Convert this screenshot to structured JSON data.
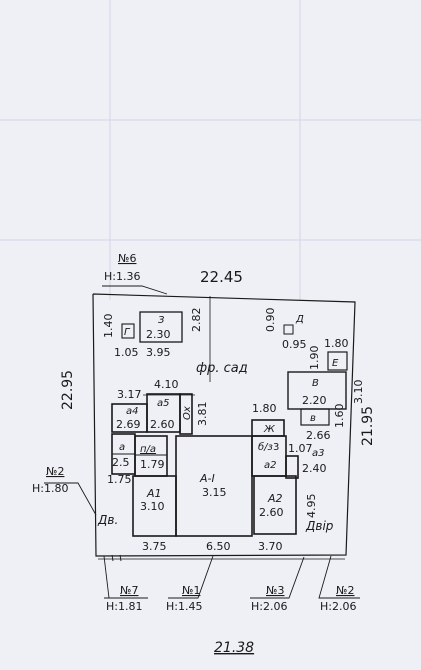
{
  "plot": {
    "top_width": "22.45",
    "bottom_width": "21.38",
    "left_depth": "22.95",
    "right_depth": "21.95",
    "garden_label": "фр. сад",
    "yard_label": "Двір",
    "street_label": "Дв."
  },
  "boundary_points": [
    {
      "num": "№6",
      "h": "Н:1.36"
    },
    {
      "num": "№2",
      "h": "Н:1.80"
    },
    {
      "num": "№7",
      "h": "Н:1.81"
    },
    {
      "num": "№1",
      "h": "Н:1.45"
    },
    {
      "num": "№3",
      "h": "Н:2.06"
    },
    {
      "num": "№2",
      "h": "Н:2.06"
    }
  ],
  "structures": {
    "shed_z": {
      "letter": "З",
      "size": "2.30",
      "w": "3.95",
      "h": "1.40",
      "inner": "Г",
      "inner_w": "1.05",
      "side": "2.82"
    },
    "d": {
      "letter": "Д",
      "w": "0.95",
      "h": "0.90"
    },
    "e": {
      "letter": "Е",
      "top": "1.80",
      "side": "1.90"
    },
    "v": {
      "letter": "В",
      "size": "2.20",
      "side": "3.10",
      "b": "в",
      "bottom": "2.66",
      "b_side": "1.60"
    },
    "a4": {
      "letter": "а4",
      "size": "2.69",
      "top": "3.17"
    },
    "a5": {
      "letter": "а5",
      "size": "2.60",
      "top": "4.10",
      "side": "3.81"
    },
    "ox": "Ох",
    "a_small": {
      "letter": "а",
      "size": "2.5"
    },
    "pa": {
      "letter": "п/а",
      "size": "1.79"
    },
    "a1": {
      "letter": "А1",
      "size": "3.10",
      "side": "1.75"
    },
    "main": {
      "letter": "А-І",
      "size": "3.15"
    },
    "zh": {
      "letter": "Ж",
      "top": "1.80"
    },
    "g": {
      "letter": "б/з",
      "size": "3"
    },
    "a2": {
      "letter": "а2",
      "side": "1.07"
    },
    "a3": {
      "letter": "а3",
      "size": "2.40"
    },
    "A2": {
      "letter": "А2",
      "size": "2.60",
      "side": "4.95"
    },
    "bottom_dims": [
      "3.75",
      "6.50",
      "3.70"
    ]
  }
}
